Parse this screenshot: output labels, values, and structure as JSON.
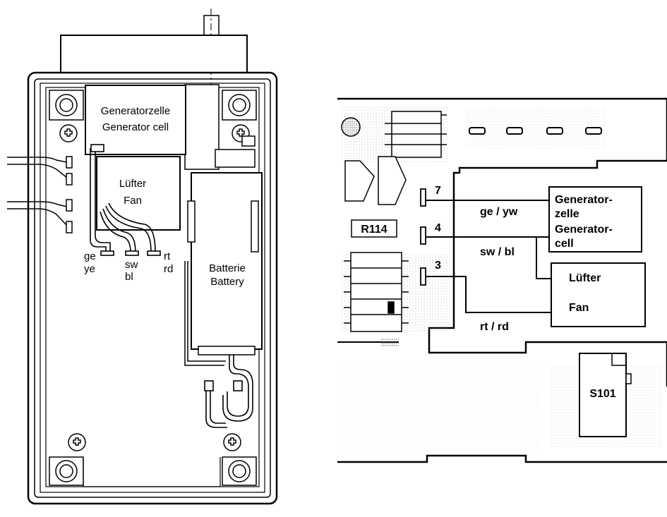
{
  "left_diagram": {
    "generator_cell_de": "Generatorzelle",
    "generator_cell_en": "Generator cell",
    "fan_de": "Lüfter",
    "fan_en": "Fan",
    "battery_de": "Batterie",
    "battery_en": "Battery",
    "wire_labels": [
      {
        "de": "ge",
        "en": "ye"
      },
      {
        "de": "sw",
        "en": "bl"
      },
      {
        "de": "rt",
        "en": "rd"
      }
    ]
  },
  "right_diagram": {
    "resistor": "R114",
    "pins": [
      "7",
      "4",
      "3"
    ],
    "wire_labels": [
      "ge / yw",
      "sw / bl",
      "rt / rd"
    ],
    "generator_box": [
      "Generator-",
      "zelle",
      "Generator-",
      "cell"
    ],
    "fan_box": [
      "Lüfter",
      "Fan"
    ],
    "switch": "S101"
  }
}
